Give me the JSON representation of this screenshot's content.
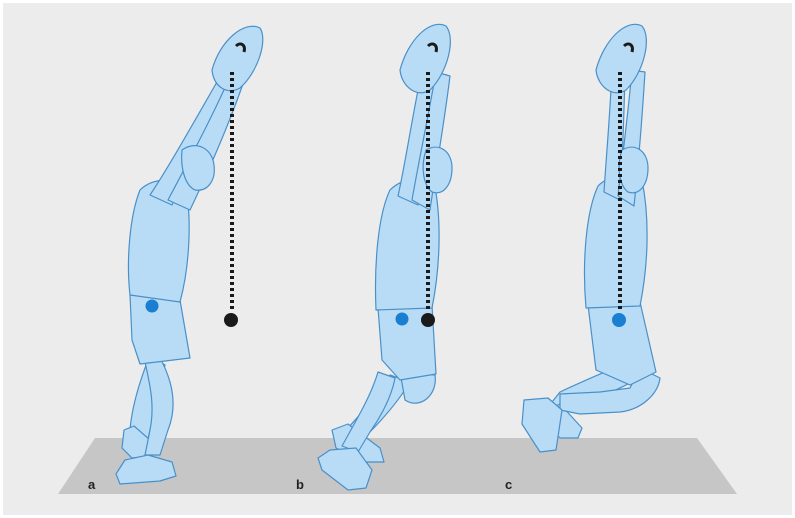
{
  "colors": {
    "background": "#ececec",
    "floor": "#c6c6c6",
    "body_fill": "#b9dcf6",
    "body_stroke": "#4a90c8",
    "center_of_mass": "#1a7fd0",
    "plumb": "#1a1a1a"
  },
  "panels": [
    {
      "id": "a",
      "label": "a"
    },
    {
      "id": "b",
      "label": "b"
    },
    {
      "id": "c",
      "label": "c"
    }
  ]
}
